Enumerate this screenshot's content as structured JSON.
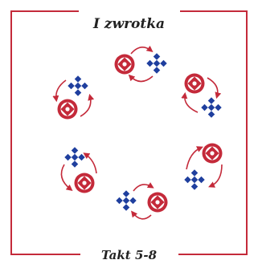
{
  "title": "I zwrotka",
  "subtitle": "Takt 5-8",
  "colors": {
    "red": "#c42a3a",
    "blue": "#1f3f9e",
    "frame": "#c42a3a",
    "text": "#222222"
  },
  "pairs_count": 6,
  "icons": {
    "woman": "red-circle-diamond-icon",
    "man": "blue-checker-diamond-icon",
    "arrow": "curved-red-arrow-icon"
  }
}
